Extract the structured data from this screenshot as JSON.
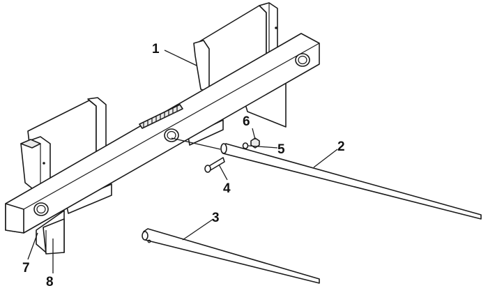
{
  "callouts": [
    {
      "id": "1",
      "text": "1"
    },
    {
      "id": "2",
      "text": "2"
    },
    {
      "id": "3",
      "text": "3"
    },
    {
      "id": "4",
      "text": "4"
    },
    {
      "id": "5",
      "text": "5"
    },
    {
      "id": "6",
      "text": "6"
    },
    {
      "id": "7",
      "text": "7"
    },
    {
      "id": "8",
      "text": "8"
    }
  ],
  "colors": {
    "line": "#1a1a1a",
    "background": "#ffffff",
    "fill": "#ffffff"
  }
}
